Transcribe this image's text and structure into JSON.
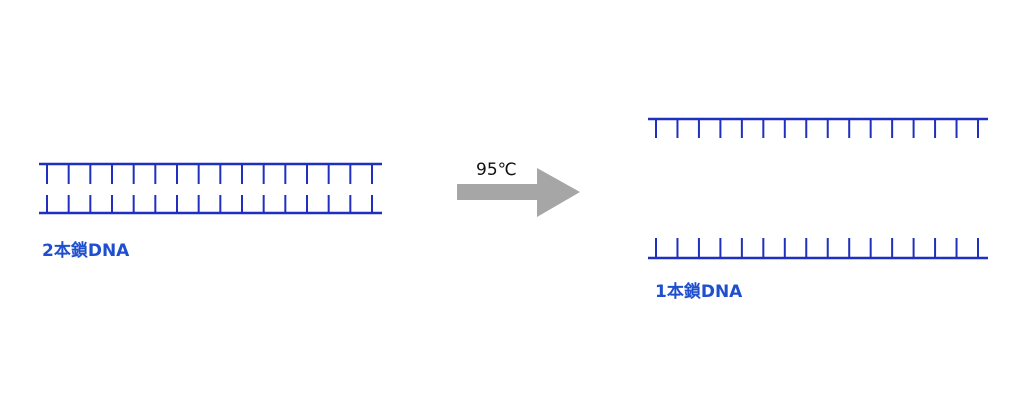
{
  "colors": {
    "dna": "#1f2fbf",
    "label": "#1f4fcf",
    "arrow": "#a6a6a6",
    "temperature_text": "#111111"
  },
  "double_strand": {
    "label": "2本鎖DNA",
    "base_count": 16
  },
  "process": {
    "temperature": "95℃"
  },
  "single_strands": {
    "label": "1本鎖DNA",
    "base_count": 16
  }
}
